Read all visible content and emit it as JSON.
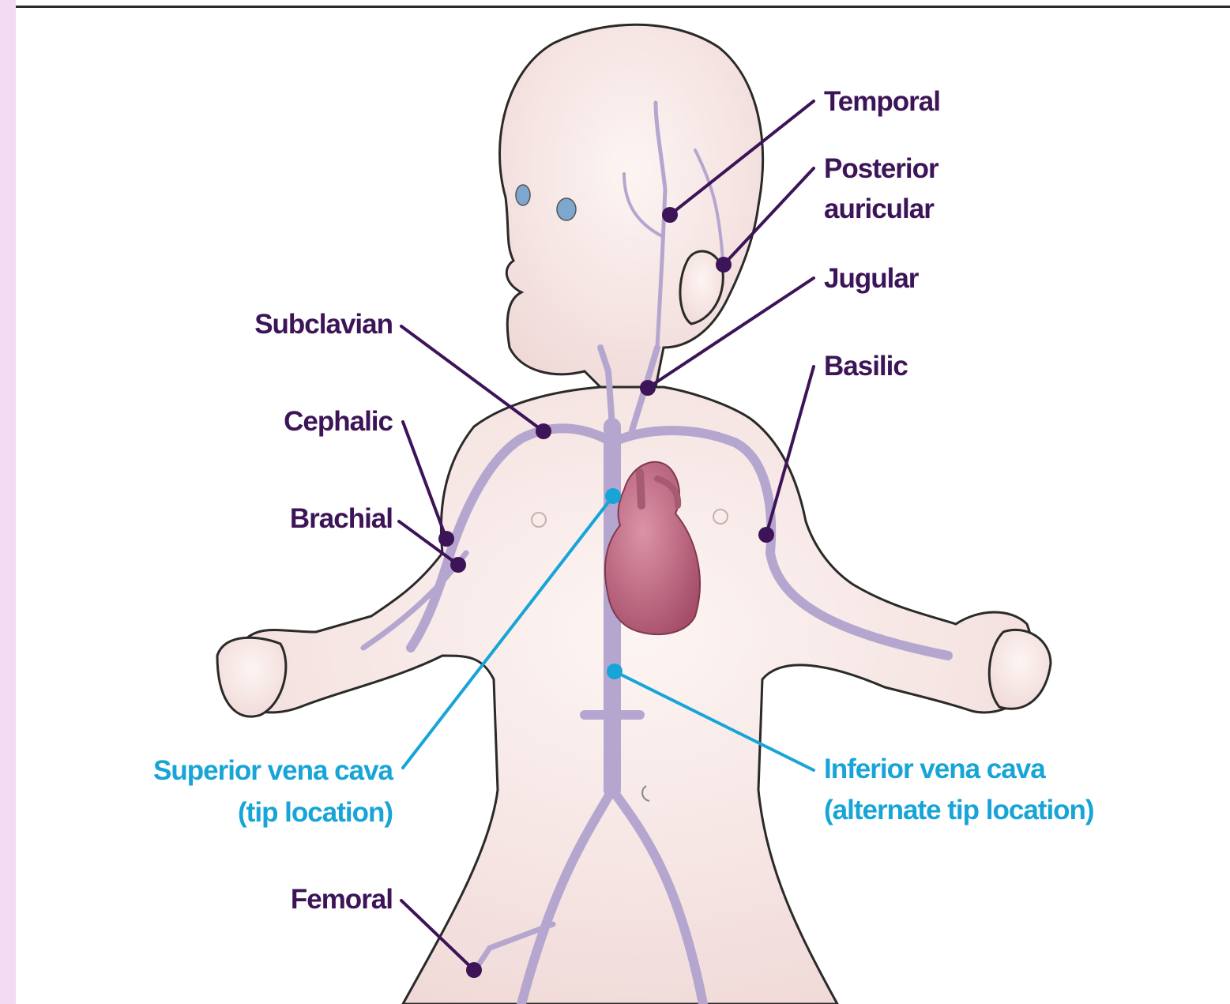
{
  "labels": {
    "temporal": "Temporal",
    "posterior_auricular_1": "Posterior",
    "posterior_auricular_2": "auricular",
    "jugular": "Jugular",
    "basilic": "Basilic",
    "subclavian": "Subclavian",
    "cephalic": "Cephalic",
    "brachial": "Brachial",
    "svc_1": "Superior vena cava",
    "svc_2": "(tip location)",
    "ivc_1": "Inferior vena cava",
    "ivc_2": "(alternate tip location)",
    "femoral": "Femoral"
  },
  "colors": {
    "vein_label": "#3c1457",
    "tip_label": "#17a4d6",
    "skin": "#f7e7e5",
    "vein": "#b5a6cf",
    "heart": "#c46f88",
    "side_band": "#f3dcf1"
  },
  "icons": [
    "infant-body-illustration",
    "heart-icon",
    "vein-network"
  ]
}
